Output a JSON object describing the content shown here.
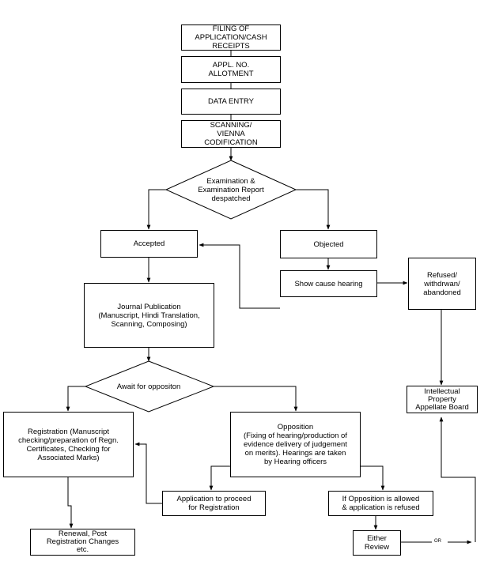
{
  "nodes": {
    "filing": "FILING OF\nAPPLICATION/CASH\nRECEIPTS",
    "appl_no": "APPL. NO.\nALLOTMENT",
    "data_entry": "DATA ENTRY",
    "scanning": "SCANNING/\nVIENNA\nCODIFICATION",
    "examination": "Examination &\nExamination Report\ndespatched",
    "accepted": "Accepted",
    "objected": "Objected",
    "show_cause": "Show cause hearing",
    "refused": "Refused/\nwithdrwan/\nabandoned",
    "journal": "Journal Publication\n(Manuscript, Hindi Translation,\nScanning, Composing)",
    "await": "Await for oppositon",
    "ipab": "Intellectual\nProperty\nAppellate Board",
    "registration": "Registration (Manuscript\nchecking/preparation of Regn.\nCertificates, Checking for\nAssociated Marks)",
    "opposition": "Opposition\n(Fixing of hearing/production of\nevidence delivery of judgement\non merits). Hearings are taken\nby Hearing officers",
    "apply_proceed": "Application to proceed\nfor Registration",
    "opp_allowed": "If Opposition is allowed\n& application is refused",
    "renewal": "Renewal, Post\nRegistration Changes\netc.",
    "either_review": "Either\nReview"
  },
  "edge_labels": {
    "or": "OR"
  }
}
